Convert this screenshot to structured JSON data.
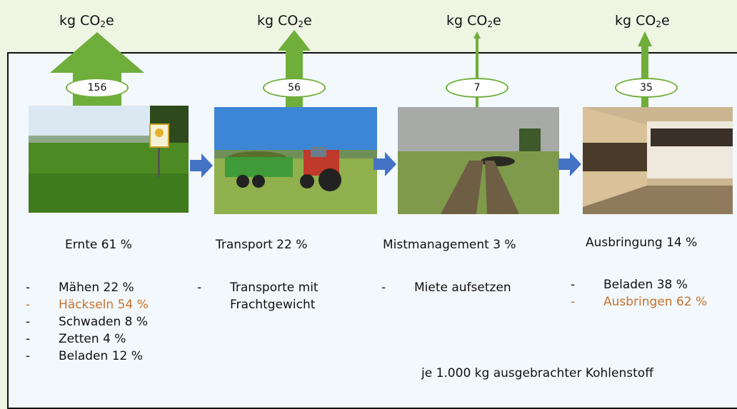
{
  "unit_label": {
    "prefix": "kg CO",
    "subscript": "2",
    "suffix": "e"
  },
  "colors": {
    "arrow_green": "#6fae3b",
    "flow_blue": "#4472c4",
    "highlight": "#c8732a"
  },
  "stages": [
    {
      "value": "156",
      "title": "Ernte 61 %",
      "photo": "meadow-with-sign",
      "items": [
        {
          "text": "Mähen 22 %",
          "highlight": false
        },
        {
          "text": "Häckseln 54 %",
          "highlight": true
        },
        {
          "text": "Schwaden 8 %",
          "highlight": false
        },
        {
          "text": "Zetten 4 %",
          "highlight": false
        },
        {
          "text": "Beladen 12 %",
          "highlight": false
        }
      ]
    },
    {
      "value": "56",
      "title": "Transport 22 %",
      "photo": "tractor-with-trailer",
      "items": [
        {
          "text": "Transporte mit\nFrachtgewicht",
          "highlight": false
        }
      ]
    },
    {
      "value": "7",
      "title": "Mistmanagement 3 %",
      "photo": "manure-windrow-field",
      "items": [
        {
          "text": "Miete aufsetzen",
          "highlight": false
        }
      ]
    },
    {
      "value": "35",
      "title": "Ausbringung 14 %",
      "photo": "manure-spreader-interior",
      "items": [
        {
          "text": "Beladen 38 %",
          "highlight": false
        },
        {
          "text": "Ausbringen 62 %",
          "highlight": true
        }
      ]
    }
  ],
  "footnote": "je 1.000 kg ausgebrachter Kohlenstoff",
  "icons": {
    "flow": "right-arrow-icon",
    "emission": "up-arrow-icon"
  }
}
